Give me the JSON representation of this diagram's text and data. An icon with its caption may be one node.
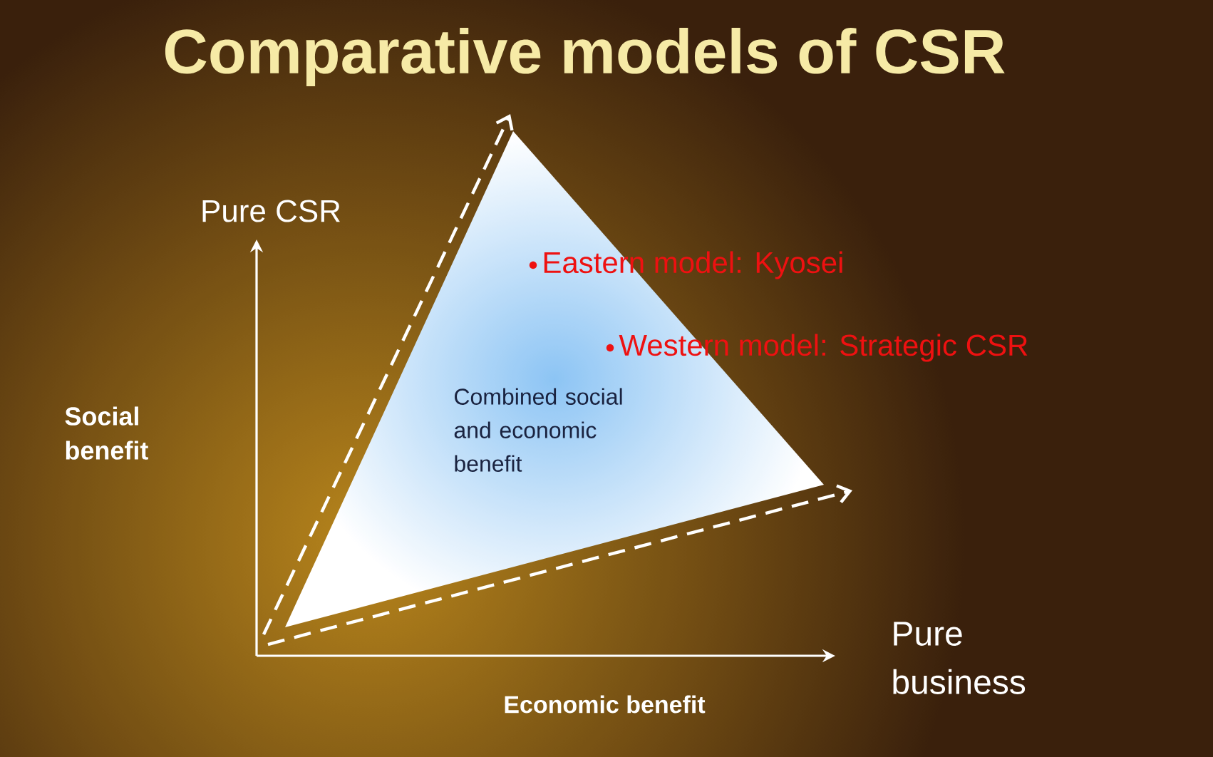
{
  "diagram": {
    "title": "Comparative models of CSR",
    "nodes": [
      {
        "text": [
          "Combined social and economic benefit"
        ]
      }
    ],
    "labels": [
      "Pure CSR",
      "Eastern model: Kyosei",
      "Western model: Strategic CSR",
      "Social benefit",
      "Pure business",
      "Economic benefit"
    ]
  }
}
